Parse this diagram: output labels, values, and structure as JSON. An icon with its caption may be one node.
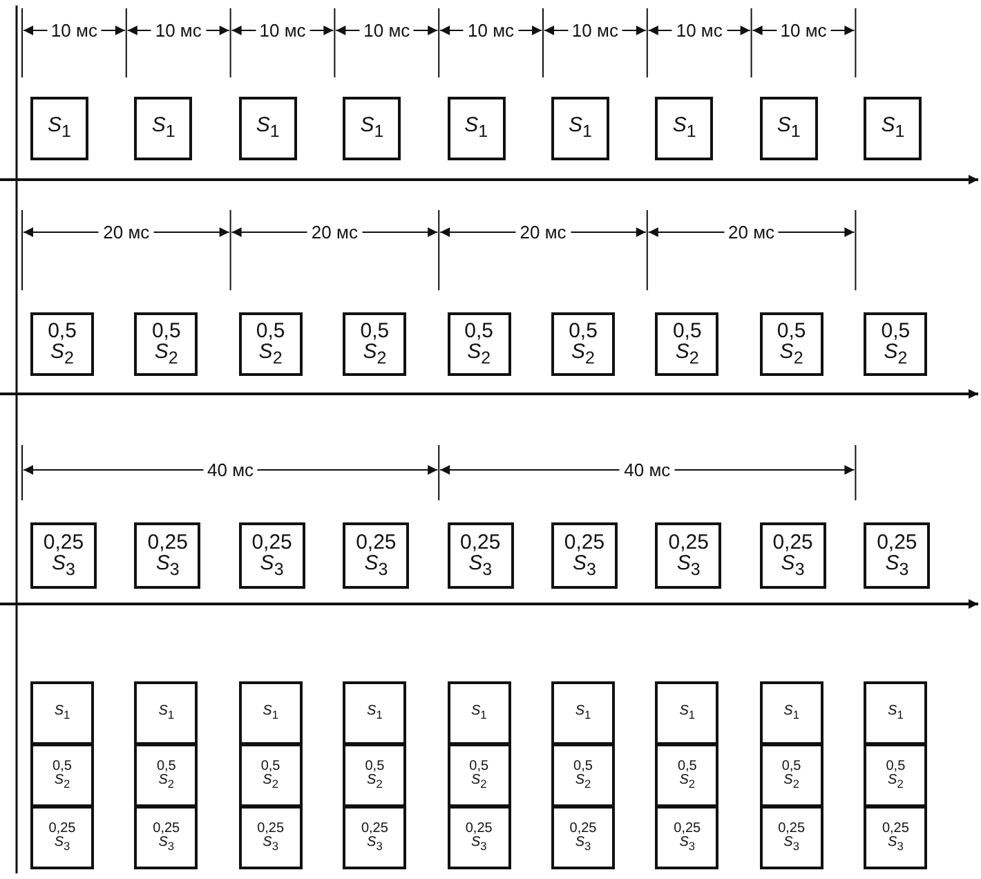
{
  "diagram": {
    "nodes": [
      {
        "text": [
          "*S*$_{1}$"
        ]
      },
      {
        "text": [
          "*S*$_{1}$"
        ]
      },
      {
        "text": [
          "*S*$_{1}$"
        ]
      },
      {
        "text": [
          "*S*$_{1}$"
        ]
      },
      {
        "text": [
          "*S*$_{1}$"
        ]
      },
      {
        "text": [
          "*S*$_{1}$"
        ]
      },
      {
        "text": [
          "*S*$_{1}$"
        ]
      },
      {
        "text": [
          "*S*$_{1}$"
        ]
      },
      {
        "text": [
          "*S*$_{1}$"
        ]
      },
      {
        "text": [
          "0,5 *S*$_{2}$"
        ]
      },
      {
        "text": [
          "0,5 *S*$_{2}$"
        ]
      },
      {
        "text": [
          "0,5 *S*$_{2}$"
        ]
      },
      {
        "text": [
          "0,5 *S*$_{2}$"
        ]
      },
      {
        "text": [
          "0,5 *S*$_{2}$"
        ]
      },
      {
        "text": [
          "0,5 *S*$_{2}$"
        ]
      },
      {
        "text": [
          "0,5 *S*$_{2}$"
        ]
      },
      {
        "text": [
          "0,5 *S*$_{2}$"
        ]
      },
      {
        "text": [
          "0,5 *S*$_{2}$"
        ]
      },
      {
        "text": [
          "0,25 *S*$_{3}$"
        ]
      },
      {
        "text": [
          "0,25 *S*$_{3}$"
        ]
      },
      {
        "text": [
          "0,25 *S*$_{3}$"
        ]
      },
      {
        "text": [
          "0,25 *S*$_{3}$"
        ]
      },
      {
        "text": [
          "0,25 *S*$_{3}$"
        ]
      },
      {
        "text": [
          "0,25 *S*$_{3}$"
        ]
      },
      {
        "text": [
          "0,25 *S*$_{3}$"
        ]
      },
      {
        "text": [
          "0,25 *S*$_{3}$"
        ]
      },
      {
        "text": [
          "0,25 *S*$_{3}$"
        ]
      },
      {
        "text": [
          "*S*$_{1}$"
        ]
      },
      {
        "text": [
          "0,5 *S*$_{2}$"
        ]
      },
      {
        "text": [
          "0,25 *S*$_{3}$"
        ]
      },
      {
        "text": [
          "*S*$_{1}$"
        ]
      },
      {
        "text": [
          "0,5 *S*$_{2}$"
        ]
      },
      {
        "text": [
          "0,25 *S*$_{3}$"
        ]
      },
      {
        "text": [
          "*S*$_{1}$"
        ]
      },
      {
        "text": [
          "0,5 *S*$_{2}$"
        ]
      },
      {
        "text": [
          "0,25 *S*$_{3}$"
        ]
      },
      {
        "text": [
          "*S*$_{1}$"
        ]
      },
      {
        "text": [
          "0,5 *S*$_{2}$"
        ]
      },
      {
        "text": [
          "0,25 *S*$_{3}$"
        ]
      },
      {
        "text": [
          "*S*$_{1}$"
        ]
      },
      {
        "text": [
          "0,5 *S*$_{2}$"
        ]
      },
      {
        "text": [
          "0,25 *S*$_{3}$"
        ]
      },
      {
        "text": [
          "*S*$_{1}$"
        ]
      },
      {
        "text": [
          "0,5 *S*$_{2}$"
        ]
      },
      {
        "text": [
          "0,25 *S*$_{3}$"
        ]
      },
      {
        "text": [
          "*S*$_{1}$"
        ]
      },
      {
        "text": [
          "0,5 *S*$_{2}$"
        ]
      },
      {
        "text": [
          "0,25 *S*$_{3}$"
        ]
      },
      {
        "text": [
          "*S*$_{1}$"
        ]
      },
      {
        "text": [
          "0,5 *S*$_{2}$"
        ]
      },
      {
        "text": [
          "0,25 *S*$_{3}$"
        ]
      },
      {
        "text": [
          "*S*$_{1}$"
        ]
      },
      {
        "text": [
          "0,5 *S*$_{2}$"
        ]
      },
      {
        "text": [
          "0,25 *S*$_{3}$"
        ]
      }
    ],
    "labels": [
      "10 мс",
      "10 мс",
      "10 мс",
      "10 мс",
      "10 мс",
      "10 мс",
      "10 мс",
      "10 мс",
      "20 мс",
      "20 мс",
      "20 мс",
      "20 мс",
      "40 мс",
      "40 мс"
    ]
  }
}
